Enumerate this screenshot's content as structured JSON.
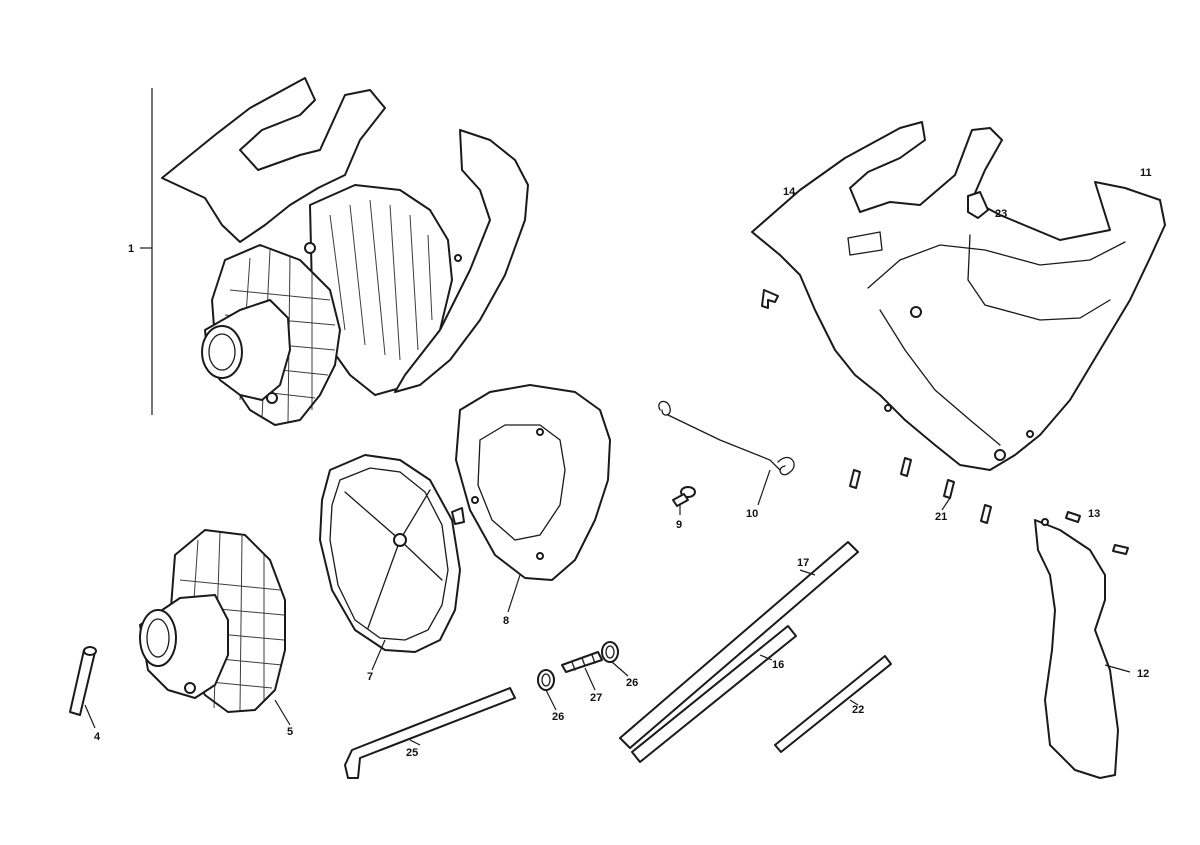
{
  "callouts": [
    {
      "id": "1",
      "label": "1"
    },
    {
      "id": "4",
      "label": "4"
    },
    {
      "id": "5",
      "label": "5"
    },
    {
      "id": "7",
      "label": "7"
    },
    {
      "id": "8",
      "label": "8"
    },
    {
      "id": "9",
      "label": "9"
    },
    {
      "id": "10",
      "label": "10"
    },
    {
      "id": "11",
      "label": "11"
    },
    {
      "id": "12",
      "label": "12"
    },
    {
      "id": "13",
      "label": "13"
    },
    {
      "id": "14",
      "label": "14"
    },
    {
      "id": "16",
      "label": "16"
    },
    {
      "id": "17",
      "label": "17"
    },
    {
      "id": "21",
      "label": "21"
    },
    {
      "id": "22",
      "label": "22"
    },
    {
      "id": "23",
      "label": "23"
    },
    {
      "id": "25",
      "label": "25"
    },
    {
      "id": "26a",
      "label": "26"
    },
    {
      "id": "26b",
      "label": "26"
    },
    {
      "id": "27",
      "label": "27"
    }
  ],
  "colors": {
    "line": "#1a1a1a",
    "background": "#ffffff"
  }
}
